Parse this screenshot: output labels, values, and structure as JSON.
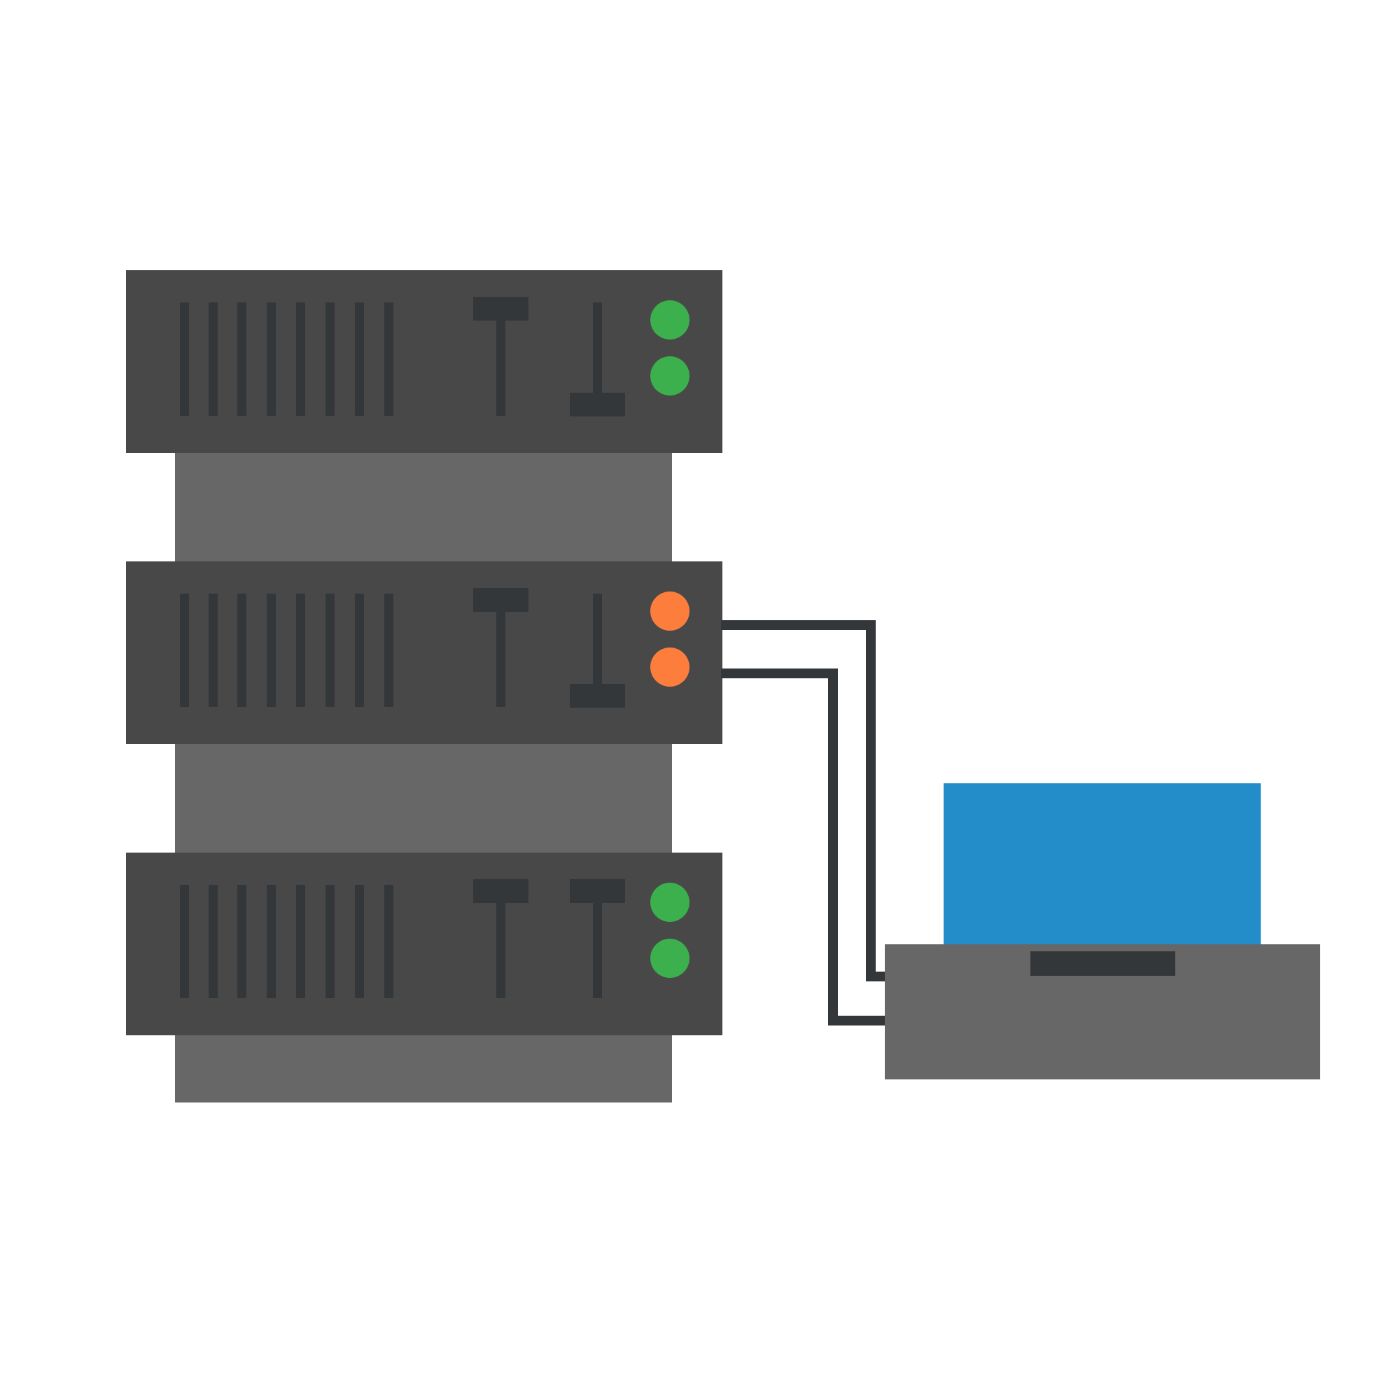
{
  "colors": {
    "background": "#ffffff",
    "server_unit": "#484848",
    "rack_body": "#676767",
    "slot_dark": "#34373a",
    "cable": "#34373a",
    "led_green": "#3bb04c",
    "led_orange": "#fc7d3c",
    "screen_blue": "#228dc9",
    "laptop_base": "#676767"
  },
  "server_units": [
    {
      "id": "top",
      "leds": [
        "green",
        "green"
      ],
      "switches": [
        "tee",
        "inverted-tee"
      ]
    },
    {
      "id": "middle",
      "leds": [
        "orange",
        "orange"
      ],
      "switches": [
        "tee",
        "inverted-tee"
      ]
    },
    {
      "id": "bottom",
      "leds": [
        "green",
        "green"
      ],
      "switches": [
        "tee",
        "tee"
      ]
    }
  ],
  "icons": {
    "server": "server-rack-icon",
    "laptop": "laptop-icon",
    "cables": "network-cable-icon"
  }
}
